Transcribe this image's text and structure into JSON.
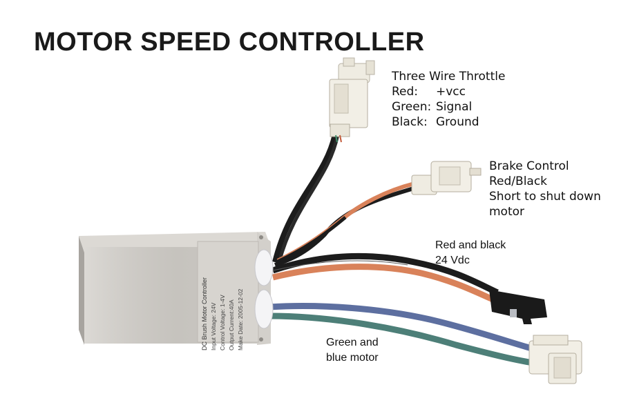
{
  "title": "MOTOR SPEED CONTROLLER",
  "throttle": {
    "heading": "Three Wire Throttle",
    "wires": [
      {
        "key": "Red:",
        "value": "+vcc"
      },
      {
        "key": "Green:",
        "value": "Signal"
      },
      {
        "key": "Black:",
        "value": "Ground"
      }
    ]
  },
  "brake": {
    "lines": [
      "Brake Control",
      "Red/Black",
      "Short to shut down",
      "motor"
    ]
  },
  "power": {
    "lines": [
      "Red and black",
      "24 Vdc"
    ]
  },
  "motor": {
    "lines": [
      "Green and",
      "blue motor"
    ]
  },
  "controller_box": {
    "lines": [
      "DC Brush Motor Controller",
      "Input Voltage: 24V",
      "Control Voltage: 1-4V",
      "Output Current:40A",
      "Make Date: 2005-12-02"
    ]
  },
  "colors": {
    "wire_black": "#1c1c1c",
    "wire_red": "#d9825a",
    "wire_green": "#4d7f78",
    "wire_blue": "#5d6fa0",
    "box_metal": "#c9c6c1"
  }
}
